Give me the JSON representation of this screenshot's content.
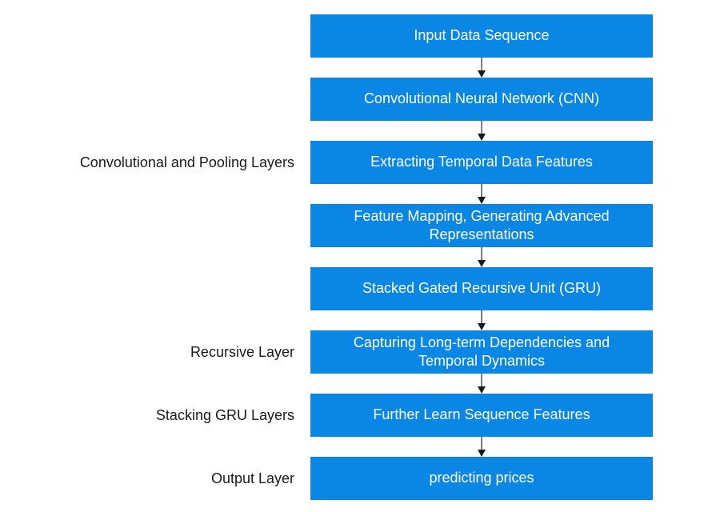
{
  "colors": {
    "page_bg": "#ffffff",
    "box_blue": "#0a87e4",
    "box_text": "#ffffff",
    "label_text": "#1a1a1a",
    "arrow_shaft": "#7d7d7d",
    "arrow_head": "#1a1a1a"
  },
  "flowchart": {
    "steps": [
      {
        "label": "Input Data Sequence",
        "side_label": ""
      },
      {
        "label": "Convolutional Neural Network (CNN)",
        "side_label": ""
      },
      {
        "label": "Extracting Temporal Data Features",
        "side_label": "Convolutional and Pooling Layers"
      },
      {
        "label": "Feature Mapping, Generating Advanced Representations",
        "side_label": ""
      },
      {
        "label": "Stacked Gated Recursive Unit (GRU)",
        "side_label": ""
      },
      {
        "label": "Capturing Long-term Dependencies and Temporal Dynamics",
        "side_label": "Recursive Layer"
      },
      {
        "label": "Further Learn Sequence Features",
        "side_label": "Stacking GRU Layers"
      },
      {
        "label": "predicting prices",
        "side_label": "Output Layer"
      }
    ]
  }
}
